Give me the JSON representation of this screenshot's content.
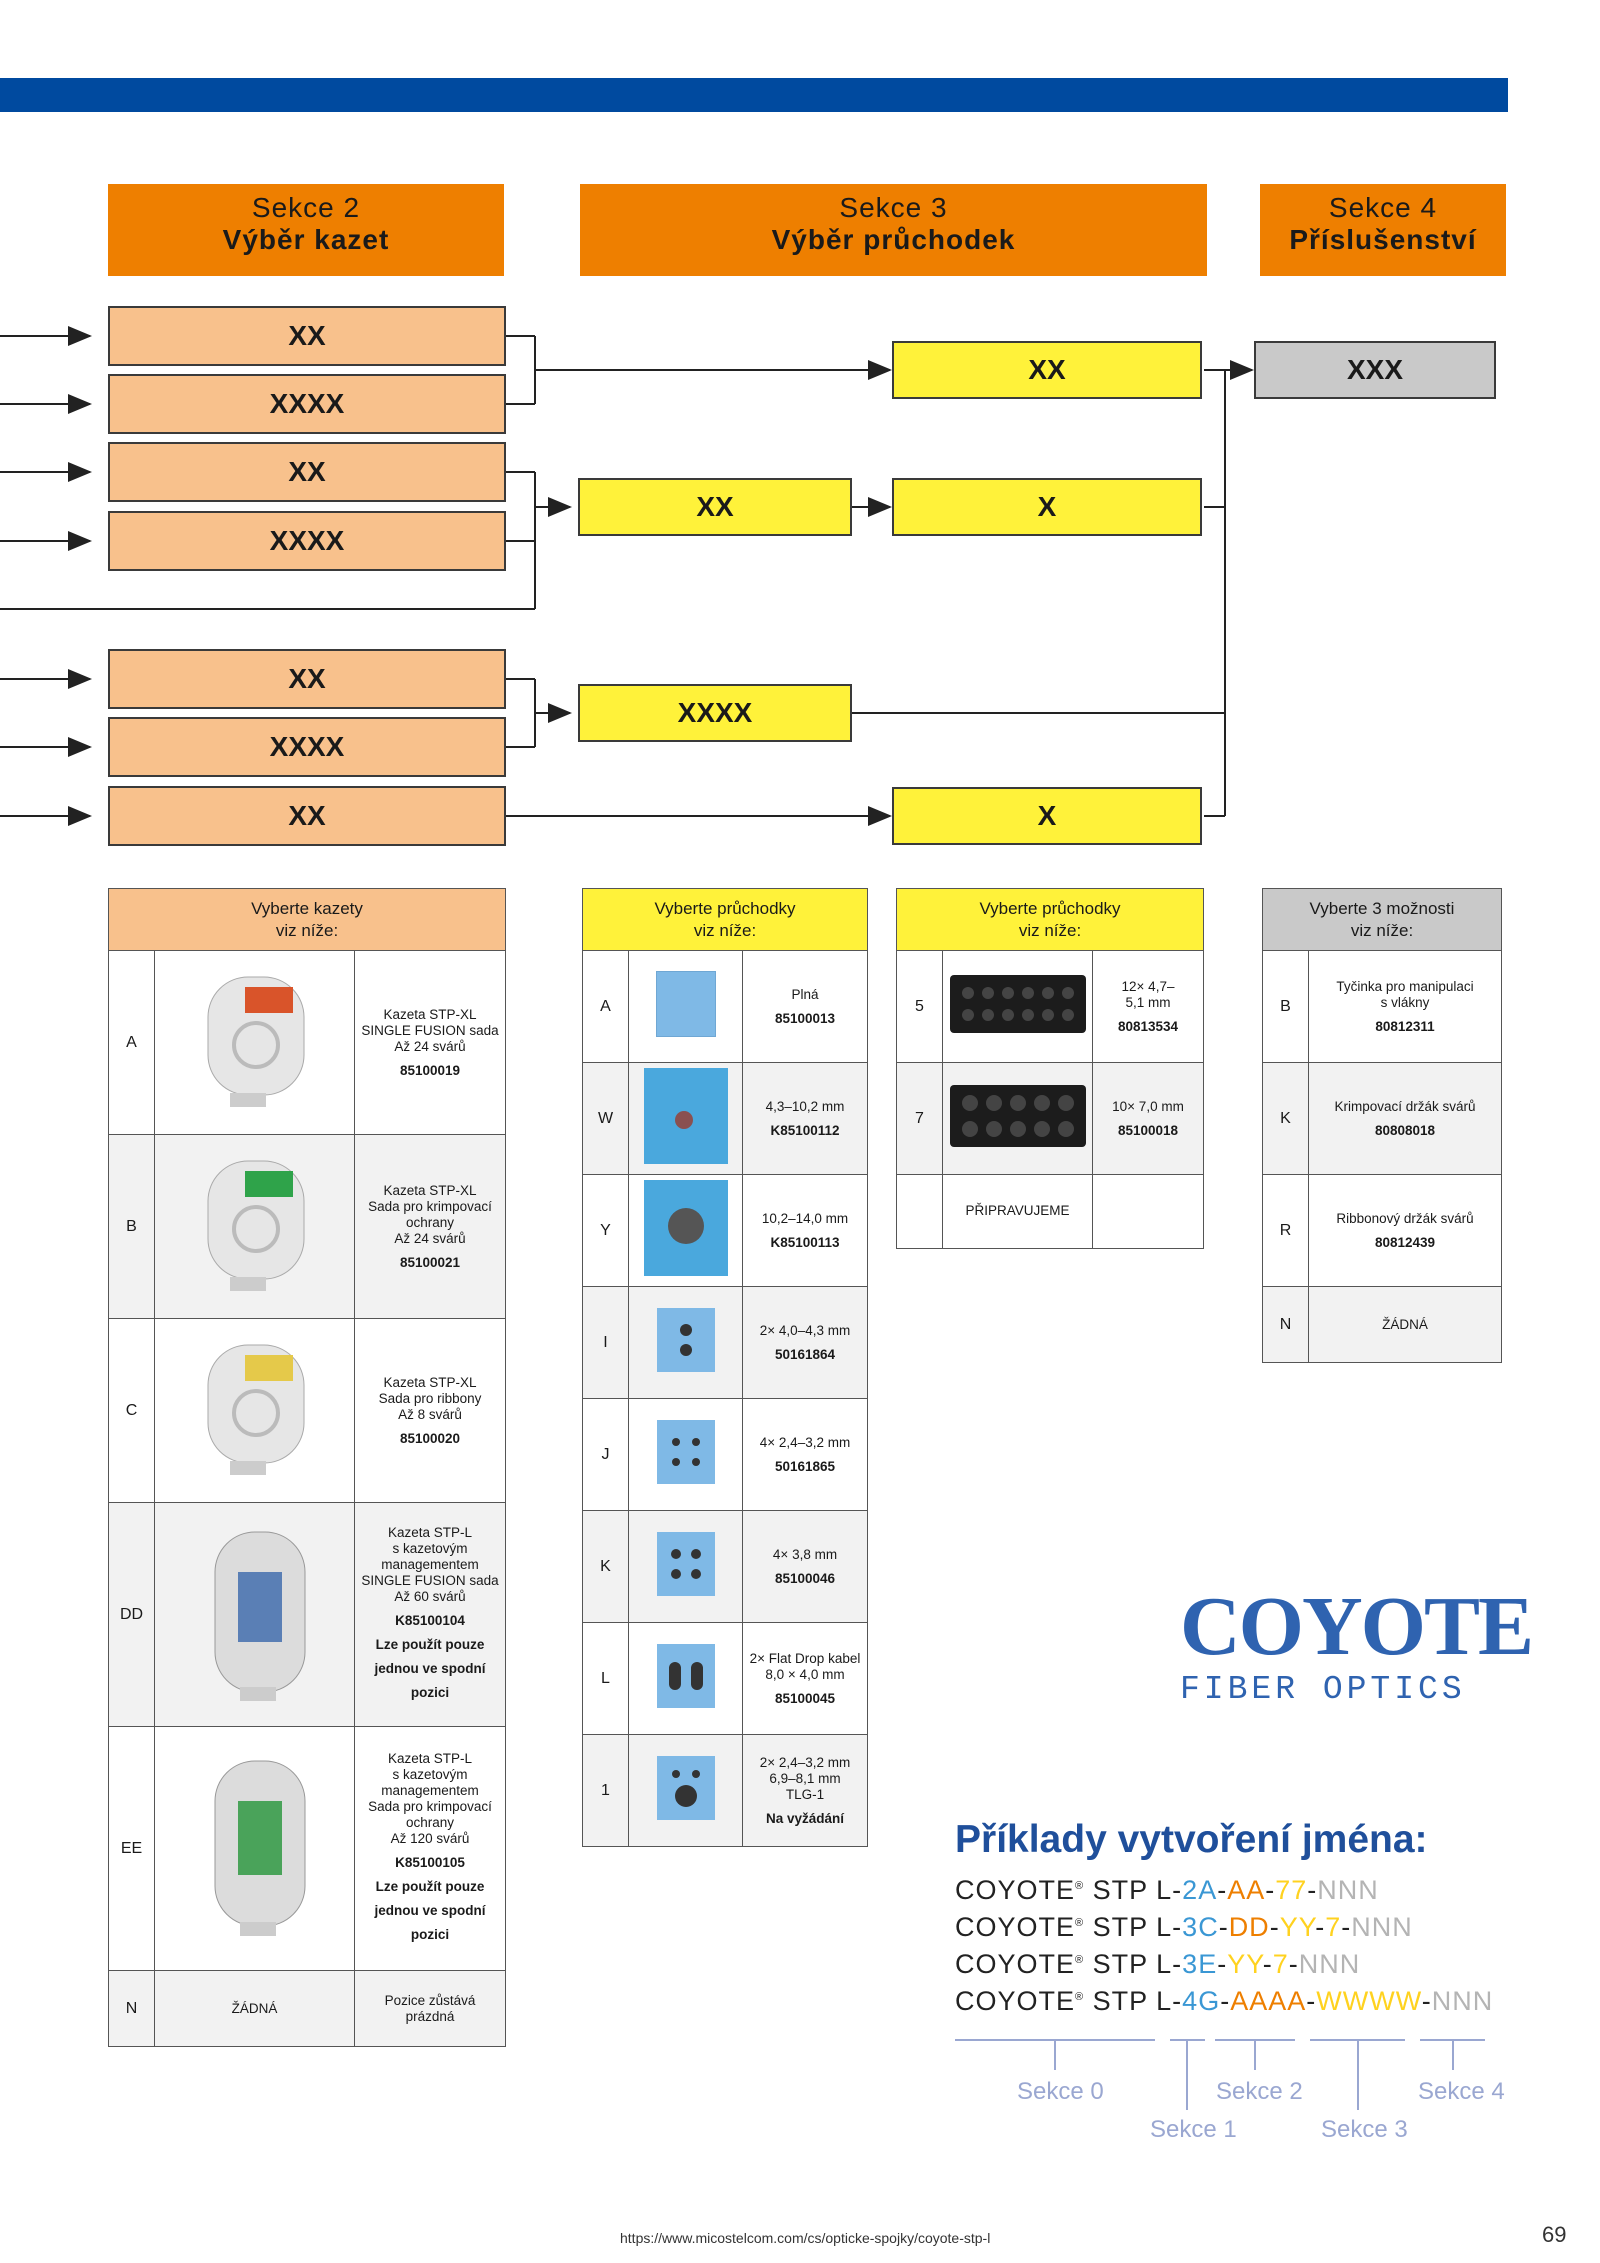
{
  "sections": [
    {
      "label": "Sekce 2",
      "title": "Výběr kazet"
    },
    {
      "label": "Sekce 3",
      "title": "Výběr průchodek"
    },
    {
      "label": "Sekce 4",
      "title": "Příslušenství"
    }
  ],
  "flow": {
    "cassettes": [
      "XX",
      "XXXX",
      "XX",
      "XXXX",
      "XX",
      "XXXX",
      "XX"
    ],
    "glands_left": [
      "XX",
      "XXXX"
    ],
    "glands_right": [
      "XX",
      "X",
      "X"
    ],
    "accessory": "XXX"
  },
  "cassette_table": {
    "header": [
      "Vyberte kazety",
      "viz níže:"
    ],
    "rows": [
      {
        "code": "A",
        "image": "cassette-red-icon",
        "desc": [
          "Kazeta STP-XL",
          "SINGLE FUSION sada",
          "Až 24 svárů"
        ],
        "pn": "85100019",
        "note": []
      },
      {
        "code": "B",
        "image": "cassette-green-icon",
        "desc": [
          "Kazeta STP-XL",
          "Sada pro krimpovací",
          "ochrany",
          "Až 24 svárů"
        ],
        "pn": "85100021",
        "note": []
      },
      {
        "code": "C",
        "image": "cassette-yellow-icon",
        "desc": [
          "Kazeta STP-XL",
          "Sada pro ribbony",
          "Až 8 svárů"
        ],
        "pn": "85100020",
        "note": []
      },
      {
        "code": "DD",
        "image": "cassette-l-blue-icon",
        "desc": [
          "Kazeta STP-L",
          "s kazetovým",
          "managementem",
          "SINGLE FUSION sada",
          "Až 60 svárů"
        ],
        "pn": "K85100104",
        "note": [
          "Lze použít pouze",
          "jednou ve spodní",
          "pozici"
        ]
      },
      {
        "code": "EE",
        "image": "cassette-l-green-icon",
        "desc": [
          "Kazeta STP-L",
          "s kazetovým",
          "managementem",
          "Sada pro krimpovací",
          "ochrany",
          "Až 120 svárů"
        ],
        "pn": "K85100105",
        "note": [
          "Lze použít pouze",
          "jednou ve spodní",
          "pozici"
        ]
      },
      {
        "code": "N",
        "image_text": "ŽÁDNÁ",
        "desc": [
          "Pozice zůstává",
          "prázdná"
        ],
        "pn": "",
        "note": []
      }
    ]
  },
  "gland_table_1": {
    "header": [
      "Vyberte průchodky",
      "viz níže:"
    ],
    "rows": [
      {
        "code": "A",
        "image": "blank-gland-icon",
        "desc": [
          "Plná"
        ],
        "pn": "85100013"
      },
      {
        "code": "W",
        "image": "small-hole-gland-icon",
        "desc": [
          "4,3–10,2 mm"
        ],
        "pn": "K85100112"
      },
      {
        "code": "Y",
        "image": "large-hole-gland-icon",
        "desc": [
          "10,2–14,0 mm"
        ],
        "pn": "K85100113"
      },
      {
        "code": "I",
        "image": "two-hole-gland-icon",
        "desc": [
          "2× 4,0–4,3 mm"
        ],
        "pn": "50161864"
      },
      {
        "code": "J",
        "image": "four-hole-gland-icon",
        "desc": [
          "4× 2,4–3,2 mm"
        ],
        "pn": "50161865"
      },
      {
        "code": "K",
        "image": "four-hole-gland-icon",
        "desc": [
          "4× 3,8 mm"
        ],
        "pn": "85100046"
      },
      {
        "code": "L",
        "image": "flat-drop-gland-icon",
        "desc": [
          "2× Flat Drop kabel",
          "8,0 × 4,0 mm"
        ],
        "pn": "85100045"
      },
      {
        "code": "1",
        "image": "tlg-gland-icon",
        "desc": [
          "2× 2,4–3,2 mm",
          "6,9–8,1 mm",
          "TLG-1"
        ],
        "pn": "Na vyžádání"
      }
    ]
  },
  "gland_table_2": {
    "header": [
      "Vyberte průchodky",
      "viz níže:"
    ],
    "rows": [
      {
        "code": "5",
        "image": "twelve-hole-gland-icon",
        "desc": [
          "12× 4,7–",
          "5,1 mm"
        ],
        "pn": "80813534"
      },
      {
        "code": "7",
        "image": "ten-hole-gland-icon",
        "desc": [
          "10× 7,0 mm"
        ],
        "pn": "85100018"
      },
      {
        "code": "",
        "image_text": "PŘIPRAVUJEME",
        "desc": [],
        "pn": ""
      }
    ]
  },
  "accessory_table": {
    "header": [
      "Vyberte 3 možnosti",
      "viz níže:"
    ],
    "rows": [
      {
        "code": "B",
        "desc": [
          "Tyčinka pro manipulaci",
          "s vlákny"
        ],
        "pn": "80812311"
      },
      {
        "code": "K",
        "desc": [
          "Krimpovací držák svárů"
        ],
        "pn": "80808018"
      },
      {
        "code": "R",
        "desc": [
          "Ribbonový držák svárů"
        ],
        "pn": "80812439"
      },
      {
        "code": "N",
        "desc": [
          "ŽÁDNÁ"
        ],
        "pn": ""
      }
    ]
  },
  "logo": {
    "word": "COYOTE",
    "sub": "FIBER OPTICS"
  },
  "examples": {
    "title": "Příklady vytvoření jména:",
    "lines": [
      [
        {
          "t": "COYOTE",
          "c": ""
        },
        {
          "t": "®",
          "c": "sup"
        },
        {
          "t": " STP L-",
          "c": ""
        },
        {
          "t": "2A",
          "c": "blue"
        },
        {
          "t": "-",
          "c": ""
        },
        {
          "t": "AA",
          "c": "orange"
        },
        {
          "t": "-",
          "c": ""
        },
        {
          "t": "77",
          "c": "yellow"
        },
        {
          "t": "-",
          "c": ""
        },
        {
          "t": "NNN",
          "c": "grey"
        }
      ],
      [
        {
          "t": "COYOTE",
          "c": ""
        },
        {
          "t": "®",
          "c": "sup"
        },
        {
          "t": " STP L-",
          "c": ""
        },
        {
          "t": "3C",
          "c": "blue"
        },
        {
          "t": "-",
          "c": ""
        },
        {
          "t": "DD",
          "c": "orange"
        },
        {
          "t": "-",
          "c": ""
        },
        {
          "t": "YY",
          "c": "yellow"
        },
        {
          "t": "-",
          "c": ""
        },
        {
          "t": "7",
          "c": "yellow"
        },
        {
          "t": "-",
          "c": ""
        },
        {
          "t": "NNN",
          "c": "grey"
        }
      ],
      [
        {
          "t": "COYOTE",
          "c": ""
        },
        {
          "t": "®",
          "c": "sup"
        },
        {
          "t": " STP L-",
          "c": ""
        },
        {
          "t": "3E",
          "c": "blue"
        },
        {
          "t": "-",
          "c": ""
        },
        {
          "t": "YY",
          "c": "yellow"
        },
        {
          "t": "-",
          "c": ""
        },
        {
          "t": "7",
          "c": "yellow"
        },
        {
          "t": "-",
          "c": ""
        },
        {
          "t": "NNN",
          "c": "grey"
        }
      ],
      [
        {
          "t": "COYOTE",
          "c": ""
        },
        {
          "t": "®",
          "c": "sup"
        },
        {
          "t": " STP L-",
          "c": ""
        },
        {
          "t": "4G",
          "c": "blue"
        },
        {
          "t": "-",
          "c": ""
        },
        {
          "t": "AAAA",
          "c": "orange"
        },
        {
          "t": "-",
          "c": ""
        },
        {
          "t": "WWWW",
          "c": "yellow"
        },
        {
          "t": "-",
          "c": ""
        },
        {
          "t": "NNN",
          "c": "grey"
        }
      ]
    ],
    "section_labels": [
      "Sekce 0",
      "Sekce 1",
      "Sekce 2",
      "Sekce 3",
      "Sekce 4"
    ]
  },
  "footer": {
    "url": "https://www.micostelcom.com/cs/opticke-spojky/coyote-stp-l",
    "page": "69"
  },
  "colors": {
    "blue_bar": "#004a9f",
    "orange": "#ee7f00",
    "peach": "#f8c18c",
    "yellow": "#fff23a",
    "grey": "#c9c9c9"
  }
}
